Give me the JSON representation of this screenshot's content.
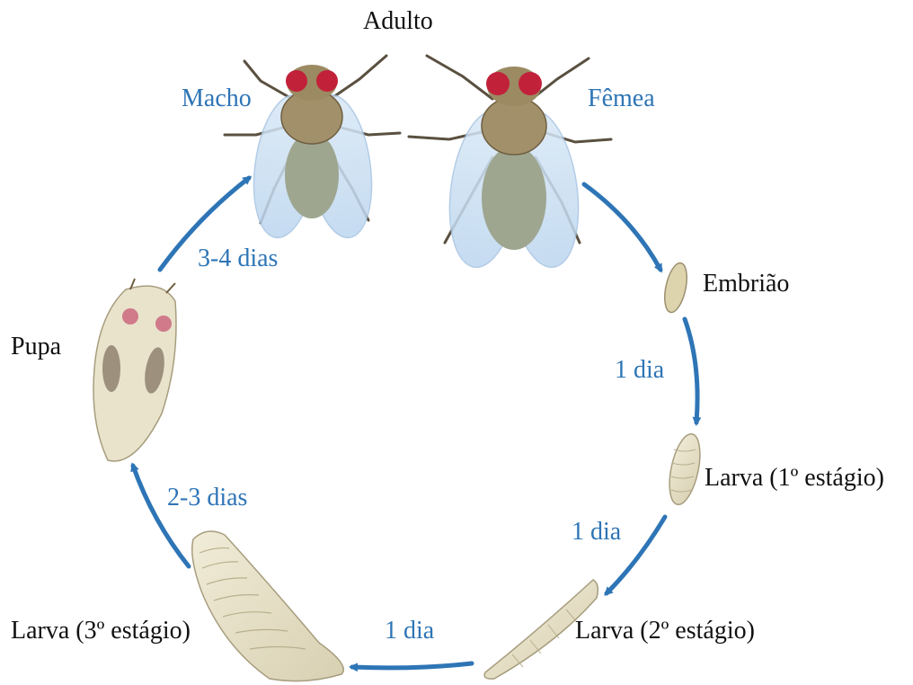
{
  "colors": {
    "accent": "#2e75b6",
    "text": "#111111",
    "background": "#ffffff"
  },
  "labels": {
    "adult": "Adulto",
    "male": "Macho",
    "female": "Fêmea",
    "embryo": "Embrião",
    "larva1": "Larva (1º estágio)",
    "larva2": "Larva (2º estágio)",
    "larva3": "Larva (3º estágio)",
    "pupa": "Pupa"
  },
  "durations": {
    "adult_to_embryo": "",
    "embryo_to_larva1": "1 dia",
    "larva1_to_larva2": "1 dia",
    "larva2_to_larva3": "1 dia",
    "larva3_to_pupa": "2-3 dias",
    "pupa_to_adult": "3-4 dias"
  }
}
